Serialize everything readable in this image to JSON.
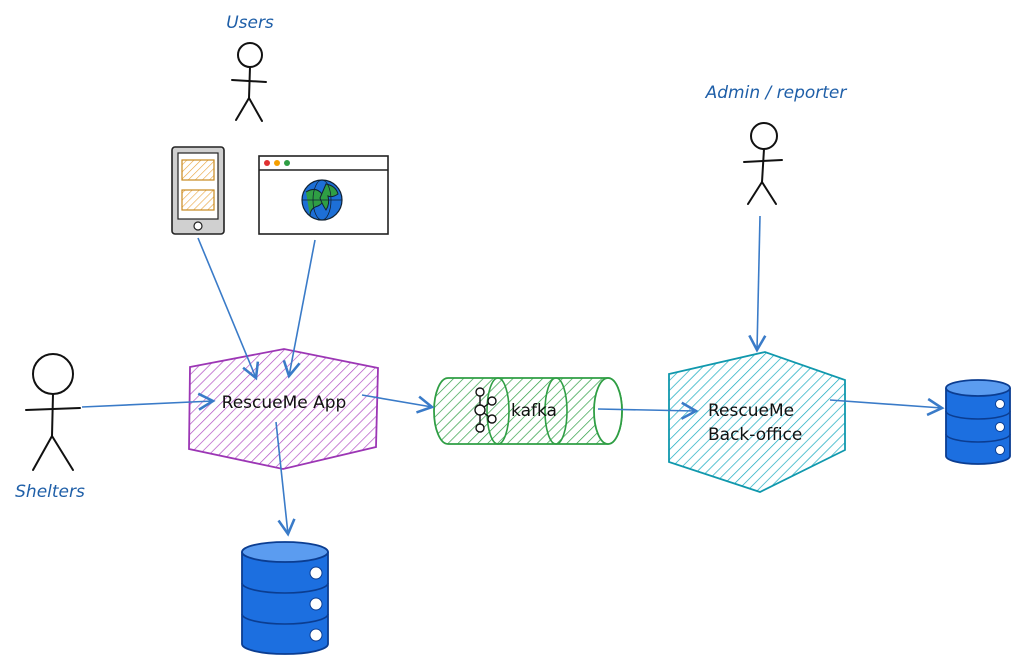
{
  "actors": {
    "users": "Users",
    "admin": "Admin / reporter",
    "shelters": "Shelters"
  },
  "nodes": {
    "app": "RescueMe App",
    "kafka": "kafka",
    "backoffice_line1": "RescueMe",
    "backoffice_line2": "Back-office"
  },
  "colors": {
    "label": "#1f5fa8",
    "arrow": "#3a7bc8",
    "app_fill": "#b14fc4",
    "kafka_fill": "#2f9e44",
    "backoffice_fill": "#15aabf",
    "database": "#1c6fe0",
    "tablet_screen": "#f5c469",
    "globe": "#1d6fd6"
  }
}
